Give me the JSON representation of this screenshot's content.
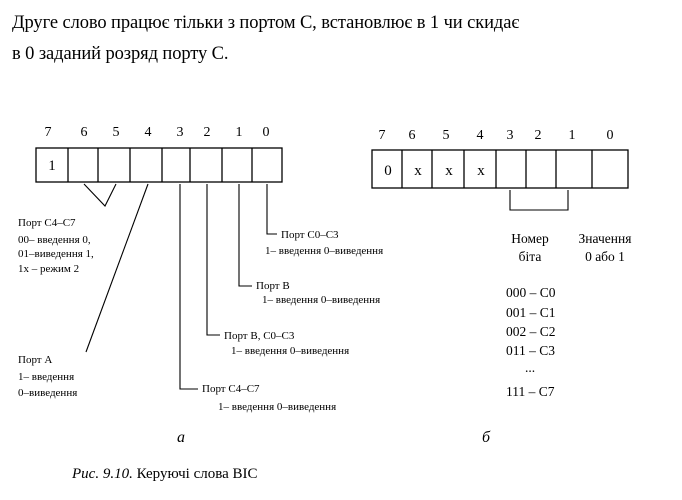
{
  "paragraph": {
    "line1": "Друге слово працює тільки з портом С, встановлює в 1 чи скидає",
    "line2": "в 0 заданий розряд порту С."
  },
  "diagram_a": {
    "bit_numbers": [
      "7",
      "6",
      "5",
      "4",
      "3",
      "2",
      "1",
      "0"
    ],
    "cells": [
      "1",
      "",
      "",
      "",
      "",
      "",
      "",
      ""
    ],
    "labels": {
      "c4c7_title": "Порт С4–С7",
      "c4c7_line1": "00– введення 0,",
      "c4c7_line2": "01–виведення 1,",
      "c4c7_line3": "1х – режим 2",
      "c0c3_title": "Порт С0–С3",
      "c0c3_line1": "1– введення 0–виведення",
      "portb_title": "Порт В",
      "portb_line1": "1– введення 0–виведення",
      "portbc_title": "Порт В, С0–С3",
      "portbc_line1": "1– введення 0–виведення",
      "porta_title": "Порт А",
      "porta_line1": "1– введення",
      "porta_line2": "0–виведення",
      "c4c7b_title": "Порт С4–С7",
      "c4c7b_line1": "1– введення 0–виведення"
    },
    "sublabel": "а"
  },
  "diagram_b": {
    "bit_numbers": [
      "7",
      "6",
      "5",
      "4",
      "3",
      "2",
      "1",
      "0"
    ],
    "cells": [
      "0",
      "x",
      "x",
      "x",
      "",
      "",
      "",
      ""
    ],
    "header_bit_1": "Номер",
    "header_bit_2": "біта",
    "header_value_1": "Значення",
    "header_value_2": "0 або 1",
    "codes": [
      "000 – С0",
      "001 – С1",
      "002 – С2",
      "011 – С3",
      "...",
      "111 – С7"
    ],
    "sublabel": "б"
  },
  "caption": {
    "figure": "Рис. 9.10.",
    "text": " Керуючі слова ВІС"
  }
}
